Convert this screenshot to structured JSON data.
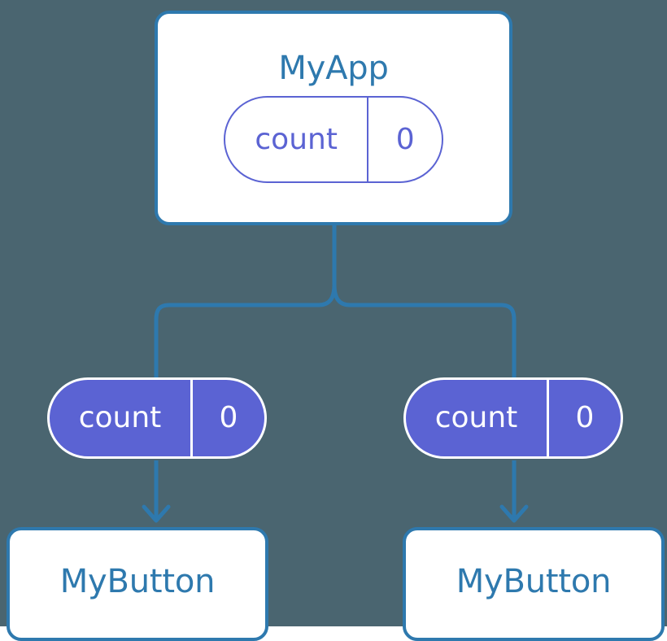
{
  "diagram": {
    "type": "component-state-tree",
    "background_color": "#4a6570",
    "accent_color": "#2e79ae",
    "state_color": "#5b63d3",
    "surface_color": "#ffffff"
  },
  "root": {
    "title": "MyApp",
    "state": {
      "key": "count",
      "value": "0"
    }
  },
  "branches": [
    {
      "state": {
        "key": "count",
        "value": "0"
      },
      "child": {
        "title": "MyButton"
      }
    },
    {
      "state": {
        "key": "count",
        "value": "0"
      },
      "child": {
        "title": "MyButton"
      }
    }
  ],
  "connectors": {
    "trunk_label": "root-to-branches",
    "arrow_label": "state-to-child-arrow"
  }
}
